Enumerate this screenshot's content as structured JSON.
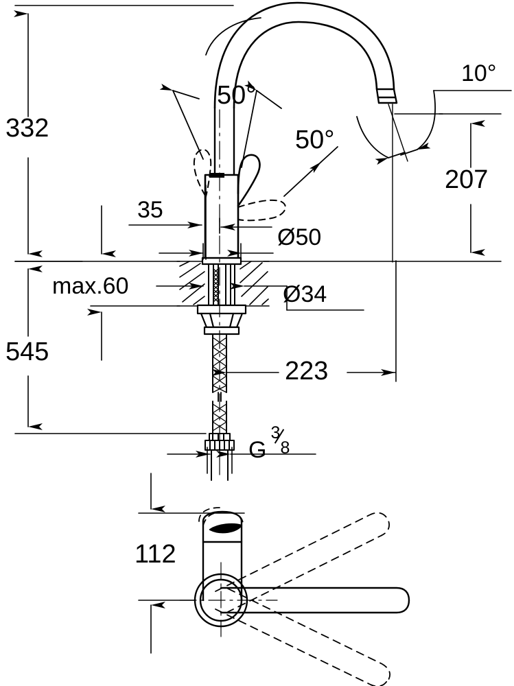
{
  "drawing": {
    "type": "technical-dimension-drawing",
    "subject": "single-lever kitchen sink mixer faucet",
    "views": [
      "side-elevation",
      "top-plan"
    ],
    "units": "mm",
    "line_color": "#000000",
    "background_color": "#ffffff"
  },
  "dimensions": {
    "height_to_sink_surface": "332",
    "depth_below_surface": "545",
    "max_counter_thickness": "max.60",
    "handle_offset": "35",
    "lever_swing_left": "50°",
    "lever_swing_right": "50°",
    "aerator_angle": "10°",
    "spout_outlet_height": "207",
    "body_diameter": "Ø50",
    "shank_diameter": "Ø34",
    "spout_reach": "223",
    "supply_thread_prefix": "G",
    "supply_thread_numerator": "3",
    "supply_thread_denominator": "8",
    "plan_body_offset": "112"
  },
  "labels": {
    "d332": "332",
    "d545": "545",
    "dmax60": "max.60",
    "d35": "35",
    "d50a": "50°",
    "d50b": "50°",
    "d10": "10°",
    "d207": "207",
    "do50": "Ø50",
    "do34": "Ø34",
    "d223": "223",
    "dG": "G",
    "dGnum": "3",
    "dGden": "8",
    "d112": "112"
  }
}
